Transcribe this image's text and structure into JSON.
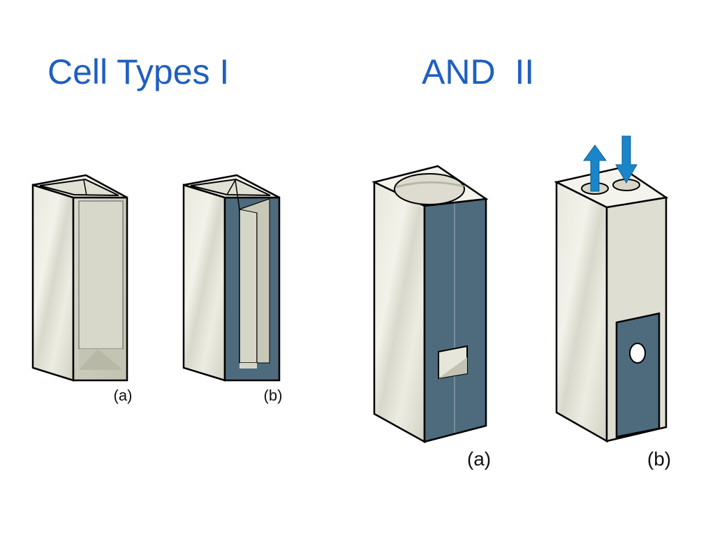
{
  "slide": {
    "title_left": "Cell Types I",
    "title_right": "AND  II"
  },
  "figures": {
    "type1": {
      "caption_a": "(a)",
      "caption_b": "(b)"
    },
    "type2": {
      "caption_a": "(a)",
      "caption_b": "(b)"
    }
  },
  "colors": {
    "title": "#1f5fbf",
    "outline": "#000000",
    "glass_front": "#e6e6dc",
    "glass_side": "#d4d4c6",
    "glass_top": "#f0f0e8",
    "glass_inner": "#c9c9b8",
    "blue_panel": "#4d6b7c",
    "arrow": "#1a86c9"
  }
}
